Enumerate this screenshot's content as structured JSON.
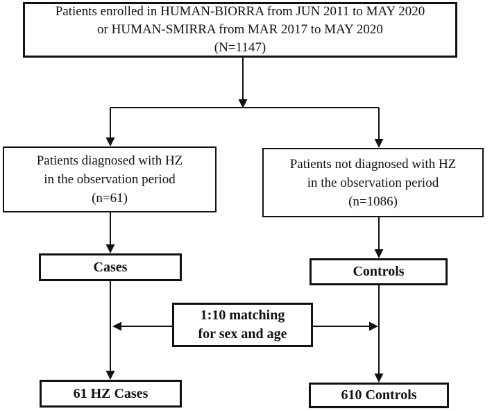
{
  "figure": {
    "type": "flowchart",
    "colors": {
      "border": "#111111",
      "text": "#111111",
      "line": "#111111",
      "background": "#ffffff"
    },
    "boxes": {
      "enrollment": {
        "line1": "Patients enrolled in HUMAN-BIORRA from JUN 2011 to MAY 2020",
        "line2": "or HUMAN-SMIRRA from MAR 2017 to MAY 2020",
        "line3": "(N=1147)",
        "total_n": "1147"
      },
      "diagnosed": {
        "line1": "Patients diagnosed with HZ",
        "line2": "in the observation period",
        "line3": "(n=61)",
        "n": "61"
      },
      "not_diagnosed": {
        "line1": "Patients not diagnosed with HZ",
        "line2": "in the observation period",
        "line3": "(n=1086)",
        "n": "1086"
      },
      "cases": {
        "label": "Cases"
      },
      "controls": {
        "label": "Controls"
      },
      "matching": {
        "line1": "1:10 matching",
        "line2": "for sex and age"
      },
      "hz_cases": {
        "label": "61 HZ Cases"
      },
      "matched_controls": {
        "label": "610 Controls"
      }
    }
  }
}
